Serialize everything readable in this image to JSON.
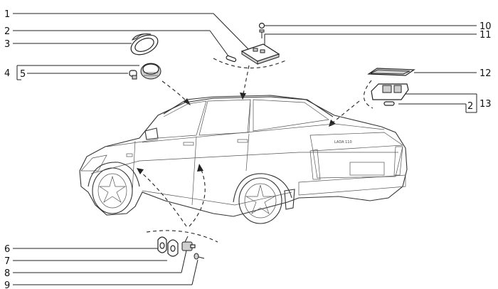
{
  "callouts": [
    {
      "id": "c1",
      "label": "1"
    },
    {
      "id": "c2a",
      "label": "2"
    },
    {
      "id": "c3",
      "label": "3"
    },
    {
      "id": "c4",
      "label": "4"
    },
    {
      "id": "c5",
      "label": "5"
    },
    {
      "id": "c10",
      "label": "10"
    },
    {
      "id": "c11",
      "label": "11"
    },
    {
      "id": "c12",
      "label": "12"
    },
    {
      "id": "c13",
      "label": "13"
    },
    {
      "id": "c2b",
      "label": "2"
    },
    {
      "id": "c6",
      "label": "6"
    },
    {
      "id": "c7",
      "label": "7"
    },
    {
      "id": "c8",
      "label": "8"
    },
    {
      "id": "c9",
      "label": "9"
    }
  ],
  "badge_text": "LADA 110"
}
